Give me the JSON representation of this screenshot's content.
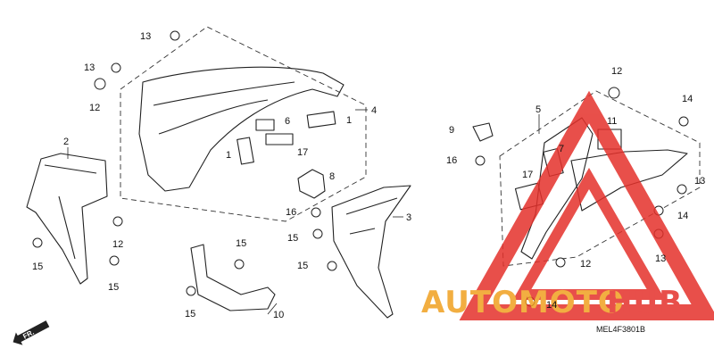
{
  "callouts": {
    "c1": "13",
    "c2": "13",
    "c3": "12",
    "c4": "4",
    "c5": "6",
    "c6": "1",
    "c7": "1",
    "c8": "17",
    "c9": "8",
    "c10": "2",
    "c11": "12",
    "c12": "15",
    "c13": "15",
    "c14": "16",
    "c15": "3",
    "c16": "15",
    "c17": "15",
    "c18": "15",
    "c19": "15",
    "c20": "10",
    "c21": "12",
    "c22": "5",
    "c23": "9",
    "c24": "11",
    "c25": "14",
    "c26": "16",
    "c27": "7",
    "c28": "17",
    "c29": "13",
    "c30": "14",
    "c31": "13",
    "c32": "12",
    "c33": "14"
  },
  "diagram_code": "MEL4F3801B",
  "direction_label": "FR.",
  "watermark": {
    "brand_part1": "AUTOMOTO",
    "brand_part2": "HUB",
    "colors": {
      "triangle": "#e4312b",
      "part1": "#f0a020",
      "part2": "#e4312b"
    }
  },
  "colors": {
    "line": "#222222",
    "background": "#ffffff"
  }
}
